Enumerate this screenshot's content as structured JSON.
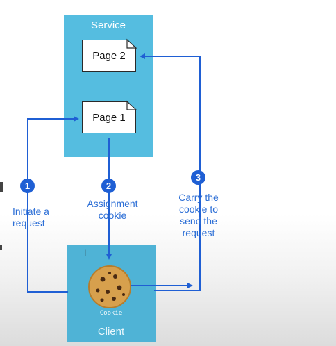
{
  "service": {
    "title": "Service",
    "pages": [
      "Page 2",
      "Page 1"
    ]
  },
  "client": {
    "title": "Client",
    "cookie_label": "Cookie"
  },
  "steps": [
    {
      "number": "1",
      "label": "Initiate a request"
    },
    {
      "number": "2",
      "label": "Assignment cookie"
    },
    {
      "number": "3",
      "label": "Carry the cookie to send the request"
    }
  ],
  "colors": {
    "box": "#55bde0",
    "arrow": "#1f5fd4",
    "label": "#2d6fd6"
  }
}
